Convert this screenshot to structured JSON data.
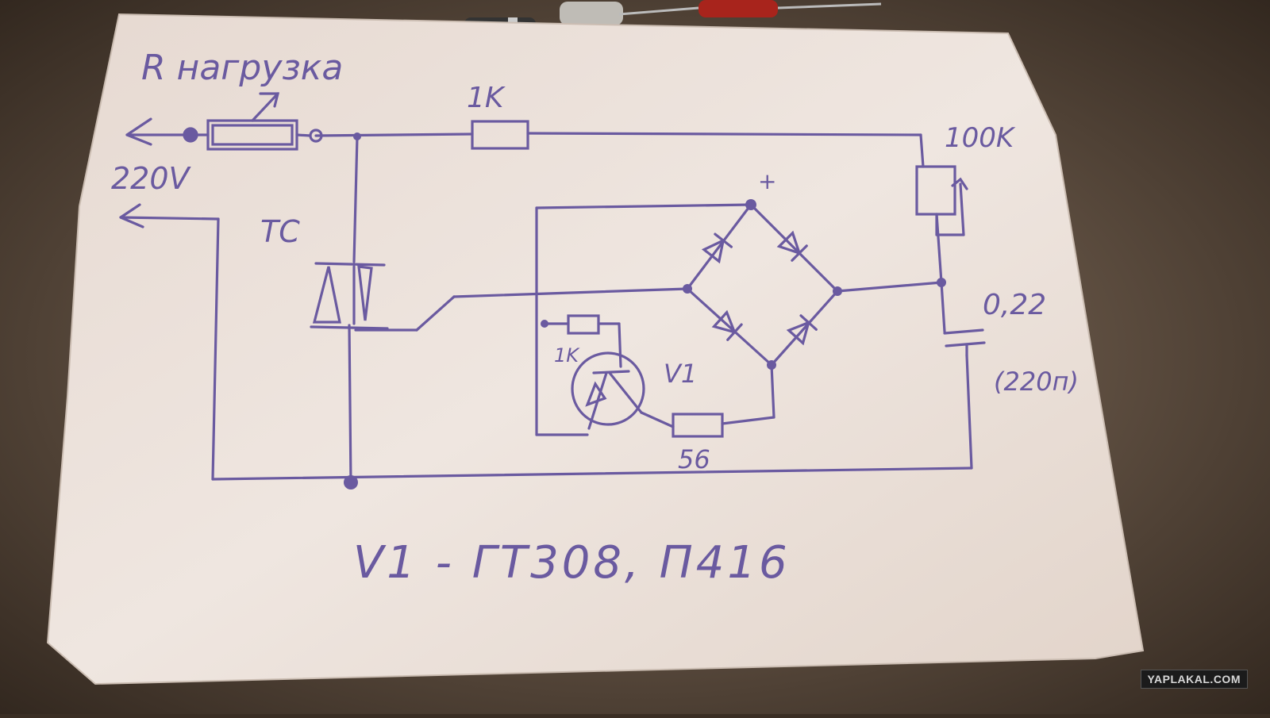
{
  "colors": {
    "ink": "#6a5aa0",
    "paper": "#ece2dc",
    "table": "#4a3a2e"
  },
  "labels": {
    "r_load": "R нагрузка",
    "voltage": "220V",
    "triac": "TC",
    "r_1k_top": "1K",
    "r_100k": "100K",
    "plus": "+",
    "cap_value": "0,22",
    "cap_voltage": "(220п)",
    "r_1k_small": "1K",
    "transistor": "V1",
    "r_56": "56",
    "note": "V1 - ГТ308, П416"
  },
  "watermark": "YAPLAKAL.COM"
}
